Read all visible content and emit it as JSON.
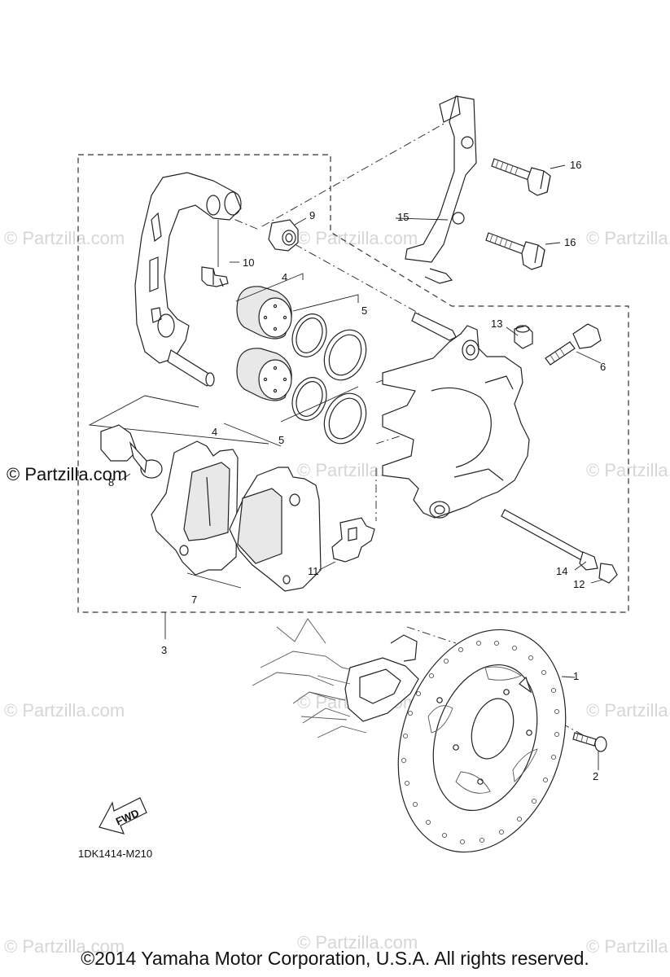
{
  "watermark": {
    "text": "© Partzilla.com",
    "strong_text": "© Partzilla.com"
  },
  "callouts": [
    "1",
    "2",
    "3",
    "4",
    "4",
    "5",
    "5",
    "6",
    "7",
    "8",
    "9",
    "10",
    "11",
    "12",
    "13",
    "14",
    "15",
    "16",
    "16"
  ],
  "fwd_label": "FWD",
  "diagram_code": "1DK1414-M210",
  "copyright": "©2014 Yamaha Motor Corporation, U.S.A. All rights reserved."
}
